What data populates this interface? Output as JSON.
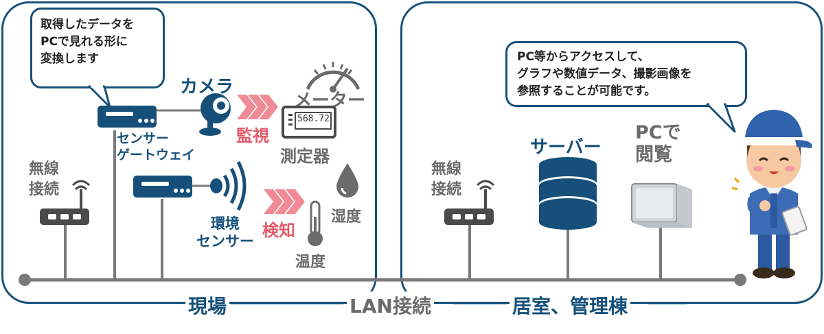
{
  "colors": {
    "primary": "#16507a",
    "accent": "#e35a6a",
    "accent_light": "#f08b96",
    "gray": "#6b6b6b",
    "line": "#7a7a7a"
  },
  "left_panel": {
    "bubble_lines": [
      "取得したデータを",
      "PCで見れる形に",
      "変換します"
    ],
    "camera_label": "カメラ",
    "monitor_label": "監視",
    "meter_label": "メーター",
    "meter_value": "568.72",
    "measuring_label": "測定器",
    "gateway_label_lines": [
      "センサー",
      "ゲートウェイ"
    ],
    "wireless_label_lines": [
      "無線",
      "接続"
    ],
    "env_sensor_label_lines": [
      "環境",
      "センサー"
    ],
    "detect_label": "検知",
    "humidity_label": "湿度",
    "temperature_label": "温度"
  },
  "right_panel": {
    "bubble_lines": [
      "PC等からアクセスして、",
      "グラフや数値データ、撮影画像を",
      "参照することが可能です。"
    ],
    "wireless_label_lines": [
      "無線",
      "接続"
    ],
    "server_label": "サーバー",
    "pc_label_lines": [
      "PCで",
      "閲覧"
    ]
  },
  "bottom": {
    "site_label": "現場",
    "lan_label": "LAN接続",
    "office_label": "居室、管理棟"
  },
  "icons": [
    "router-icon",
    "camera-icon",
    "meter-icon",
    "gauge-icon",
    "gateway-icon",
    "wireless-router-icon",
    "signal-waves-icon",
    "arrow-chevrons-icon",
    "thermometer-icon",
    "droplet-icon",
    "server-icon",
    "laptop-icon",
    "worker-icon"
  ]
}
